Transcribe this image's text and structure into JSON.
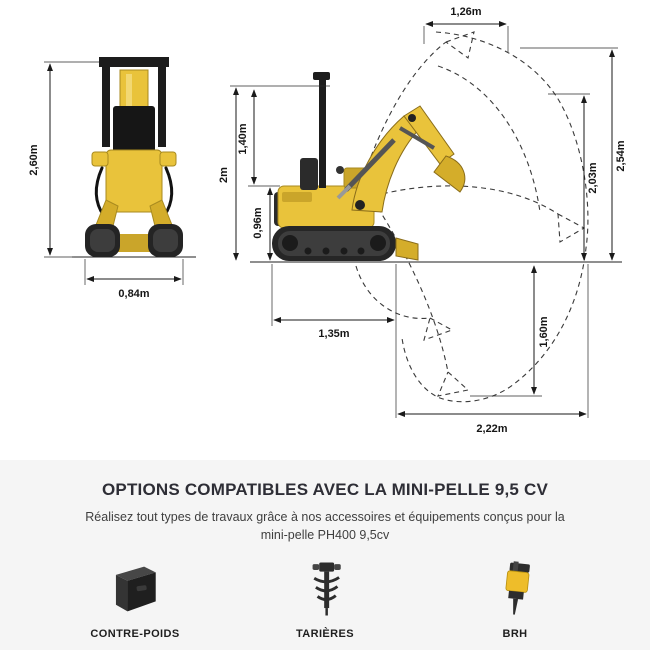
{
  "colors": {
    "machine_yellow": "#e9c33b",
    "machine_yellow_dark": "#d4ad2a",
    "machine_black": "#1c1c1c",
    "section_bg": "#f5f5f5",
    "dim_line": "#1a1a1a"
  },
  "diagram": {
    "front_view": {
      "overall_height": "2,60m",
      "track_width": "0,84m"
    },
    "side_view": {
      "top_width": "1,26m",
      "canopy_height": "2m",
      "upper_height": "1,40m",
      "body_height": "0,96m",
      "max_digging_height": "2,54m",
      "dump_height": "2,03m",
      "track_length": "1,35m",
      "digging_depth": "1,60m",
      "max_reach": "2,22m"
    }
  },
  "options": {
    "title": "OPTIONS COMPATIBLES AVEC LA MINI-PELLE 9,5 CV",
    "subtitle": "Réalisez tout types de travaux grâce à nos accessoires et équipements conçus pour la mini-pelle PH400 9,5cv",
    "items": [
      {
        "label": "CONTRE-POIDS",
        "icon": "counterweight-icon"
      },
      {
        "label": "TARIÈRES",
        "icon": "auger-icon"
      },
      {
        "label": "BRH",
        "icon": "hydraulic-breaker-icon"
      }
    ]
  }
}
